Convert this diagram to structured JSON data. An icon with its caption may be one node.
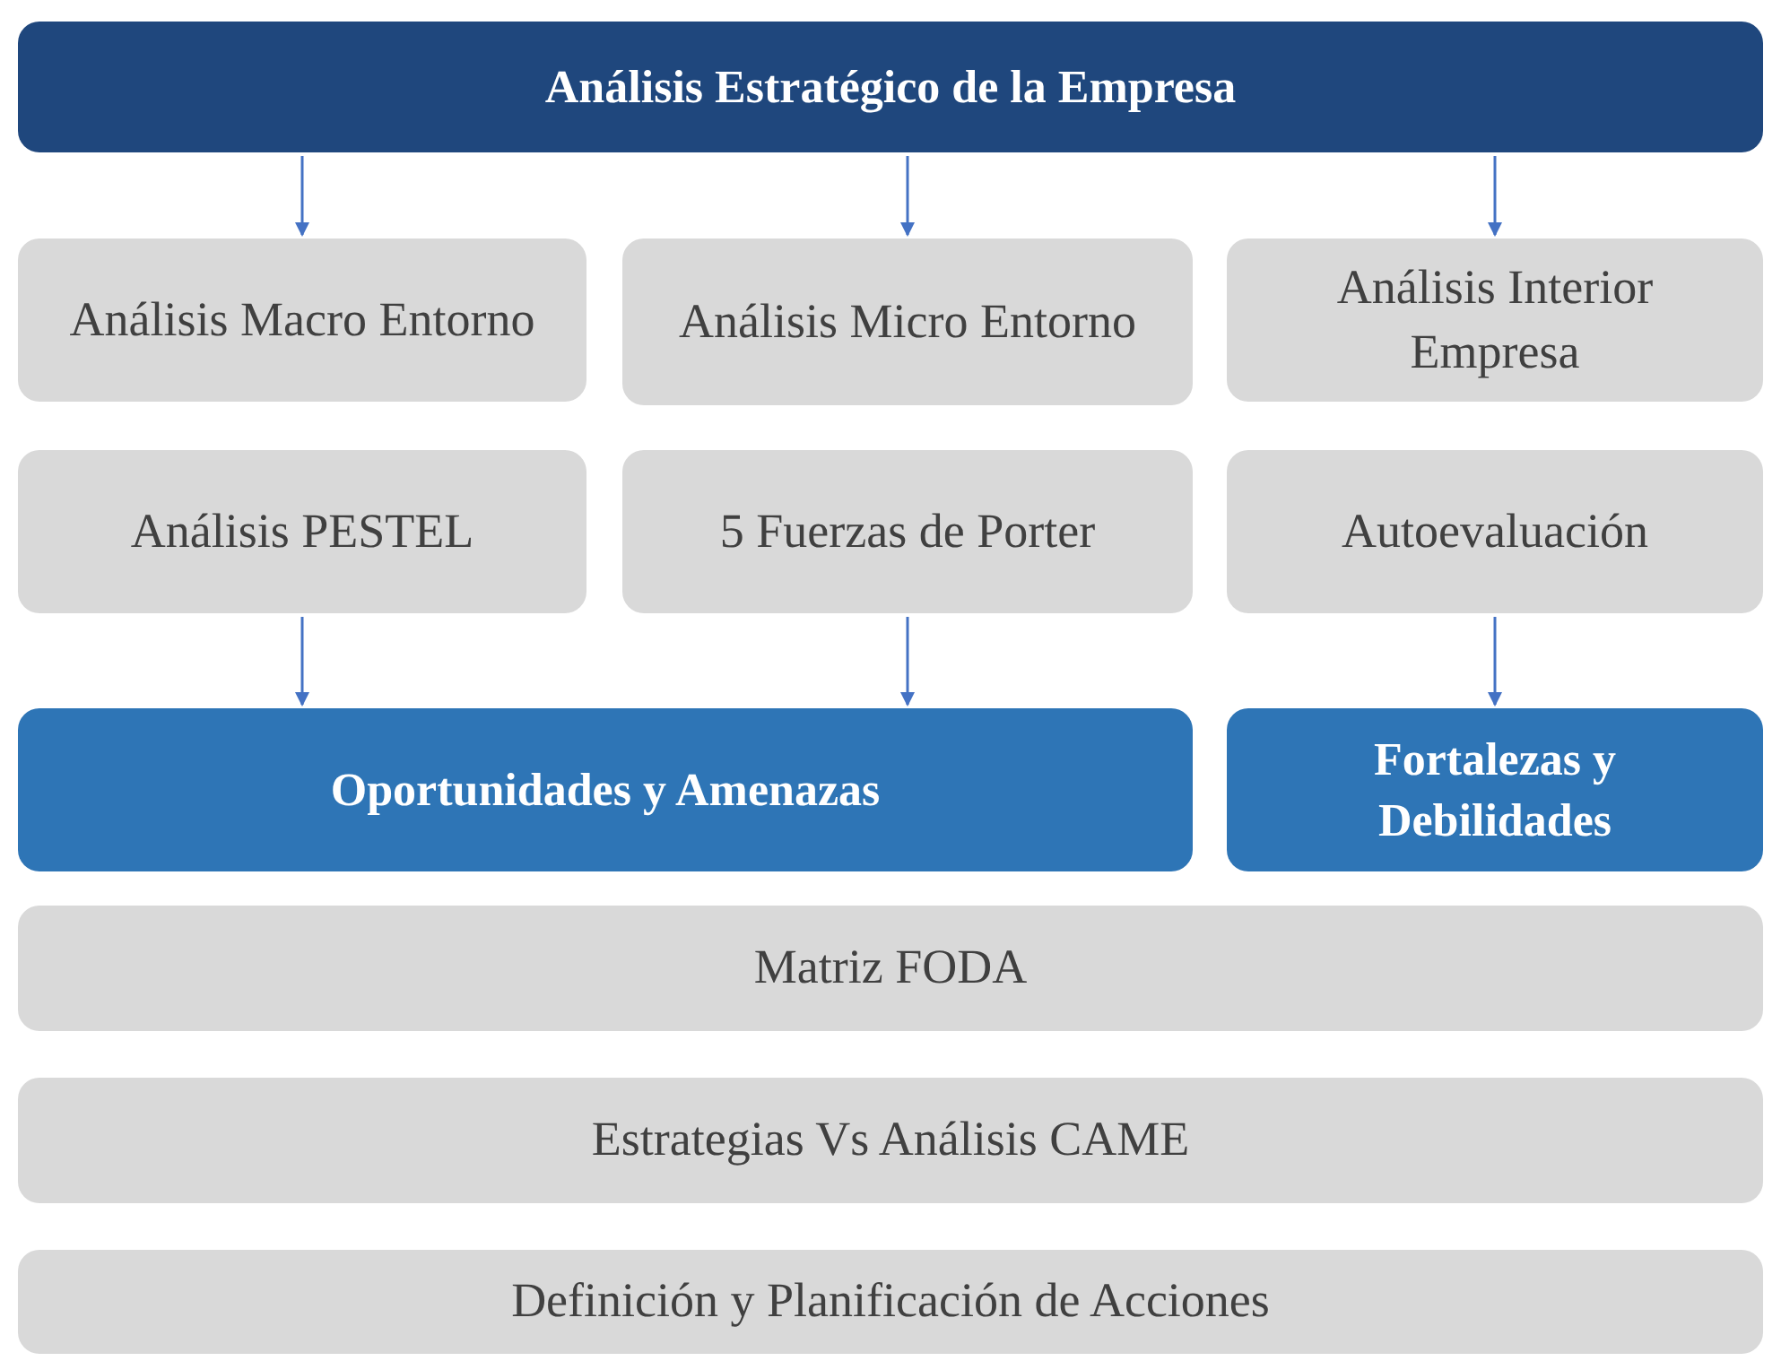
{
  "diagram": {
    "nodes": [
      {
        "text": [
          "Análisis Estratégico de la Empresa"
        ]
      },
      {
        "text": [
          "Análisis Macro Entorno"
        ]
      },
      {
        "text": [
          "Análisis Micro Entorno"
        ]
      },
      {
        "text": [
          "Análisis Interior Empresa"
        ]
      },
      {
        "text": [
          "Análisis PESTEL"
        ]
      },
      {
        "text": [
          "5 Fuerzas de Porter"
        ]
      },
      {
        "text": [
          "Autoevaluación"
        ]
      },
      {
        "text": [
          "Oportunidades y Amenazas"
        ]
      },
      {
        "text": [
          "Fortalezas y Debilidades"
        ]
      },
      {
        "text": [
          "Matriz FODA"
        ]
      },
      {
        "text": [
          "Estrategias Vs Análisis CAME"
        ]
      },
      {
        "text": [
          "Definición y Planificación de Acciones"
        ]
      }
    ],
    "edges": [
      {
        "from": 0,
        "to": 1,
        "arrow": "to"
      },
      {
        "from": 0,
        "to": 2,
        "arrow": "to"
      },
      {
        "from": 0,
        "to": 3,
        "arrow": "to"
      },
      {
        "from": 4,
        "to": 7,
        "arrow": "to"
      },
      {
        "from": 5,
        "to": 7,
        "arrow": "to"
      },
      {
        "from": 6,
        "to": 8,
        "arrow": "to"
      }
    ]
  }
}
